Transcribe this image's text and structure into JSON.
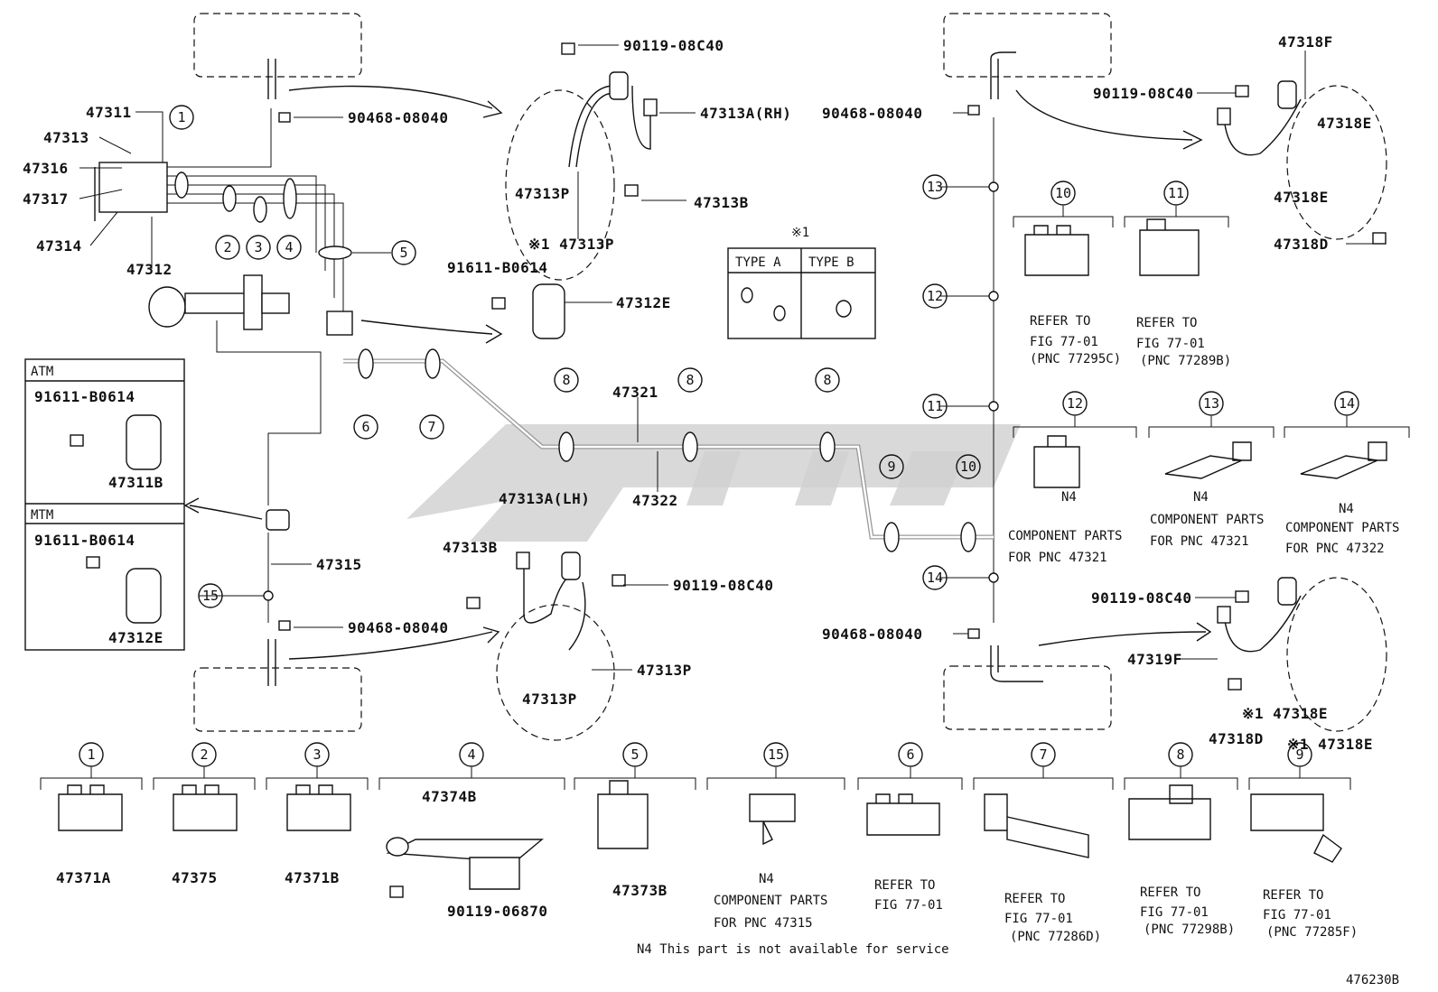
{
  "diagram_code": "476230B",
  "footnote": "N4 This part is not available for service",
  "type_legend": {
    "mark": "※1",
    "type_a": "TYPE A",
    "type_b": "TYPE B"
  },
  "box_titles": {
    "atm": "ATM",
    "mtm": "MTM"
  },
  "part_numbers": {
    "p47311": "47311",
    "p47313": "47313",
    "p47316": "47316",
    "p47317": "47317",
    "p47314": "47314",
    "p47312": "47312",
    "p90468_tl": "90468-08040",
    "p90468_bl": "90468-08040",
    "p90468_tr": "90468-08040",
    "p90468_br": "90468-08040",
    "p90119_rh": "90119-08C40",
    "p47313A_rh": "47313A(RH)",
    "p47313P_a": "47313P",
    "p47313B_a": "47313B",
    "p47313P_b": "※1 47313P",
    "p91611_mid": "91611-B0614",
    "p47312E_mid": "47312E",
    "p91611_atm": "91611-B0614",
    "p47311B": "47311B",
    "p91611_mtm": "91611-B0614",
    "p47312E_mtm": "47312E",
    "p47315": "47315",
    "p47321": "47321",
    "p47322": "47322",
    "p47313A_lh": "47313A(LH)",
    "p47313B_b": "47313B",
    "p90119_lh": "90119-08C40",
    "p47313P_c": "47313P",
    "p47313P_d": "47313P",
    "p47318F": "47318F",
    "p90119_rr": "90119-08C40",
    "p47318E_a": "47318E",
    "p47318E_b": "47318E",
    "p47318D_a": "47318D",
    "p90119_rl": "90119-08C40",
    "p47319F": "47319F",
    "p47318D_b": "47318D",
    "p47318E_c": "※1 47318E",
    "p47318E_d": "※1 47318E",
    "p47371A": "47371A",
    "p47375": "47375",
    "p47371B": "47371B",
    "p47374B": "47374B",
    "p90119_06870": "90119-06870",
    "p47373B": "47373B"
  },
  "callout_numbers": [
    "1",
    "2",
    "3",
    "4",
    "5",
    "6",
    "7",
    "8",
    "9",
    "10",
    "11",
    "12",
    "13",
    "14",
    "15"
  ],
  "clip_notes": {
    "c10": [
      "REFER TO",
      "FIG 77-01",
      "(PNC 77295C)"
    ],
    "c11": [
      "REFER TO",
      "FIG 77-01",
      "(PNC 77289B)"
    ],
    "c12": [
      "N4",
      "COMPONENT PARTS",
      "FOR PNC 47321"
    ],
    "c13": [
      "N4",
      "COMPONENT PARTS",
      "FOR PNC 47321"
    ],
    "c14": [
      "N4",
      "COMPONENT PARTS",
      "FOR PNC 47322"
    ],
    "c15": [
      "N4",
      "COMPONENT PARTS",
      "FOR PNC 47315"
    ],
    "c6": [
      "REFER TO",
      "FIG 77-01"
    ],
    "c7": [
      "REFER TO",
      "FIG 77-01",
      "(PNC 77286D)"
    ],
    "c8": [
      "REFER TO",
      "FIG 77-01",
      "(PNC 77298B)"
    ],
    "c9": [
      "REFER TO",
      "FIG 77-01",
      "(PNC 77285F)"
    ]
  }
}
